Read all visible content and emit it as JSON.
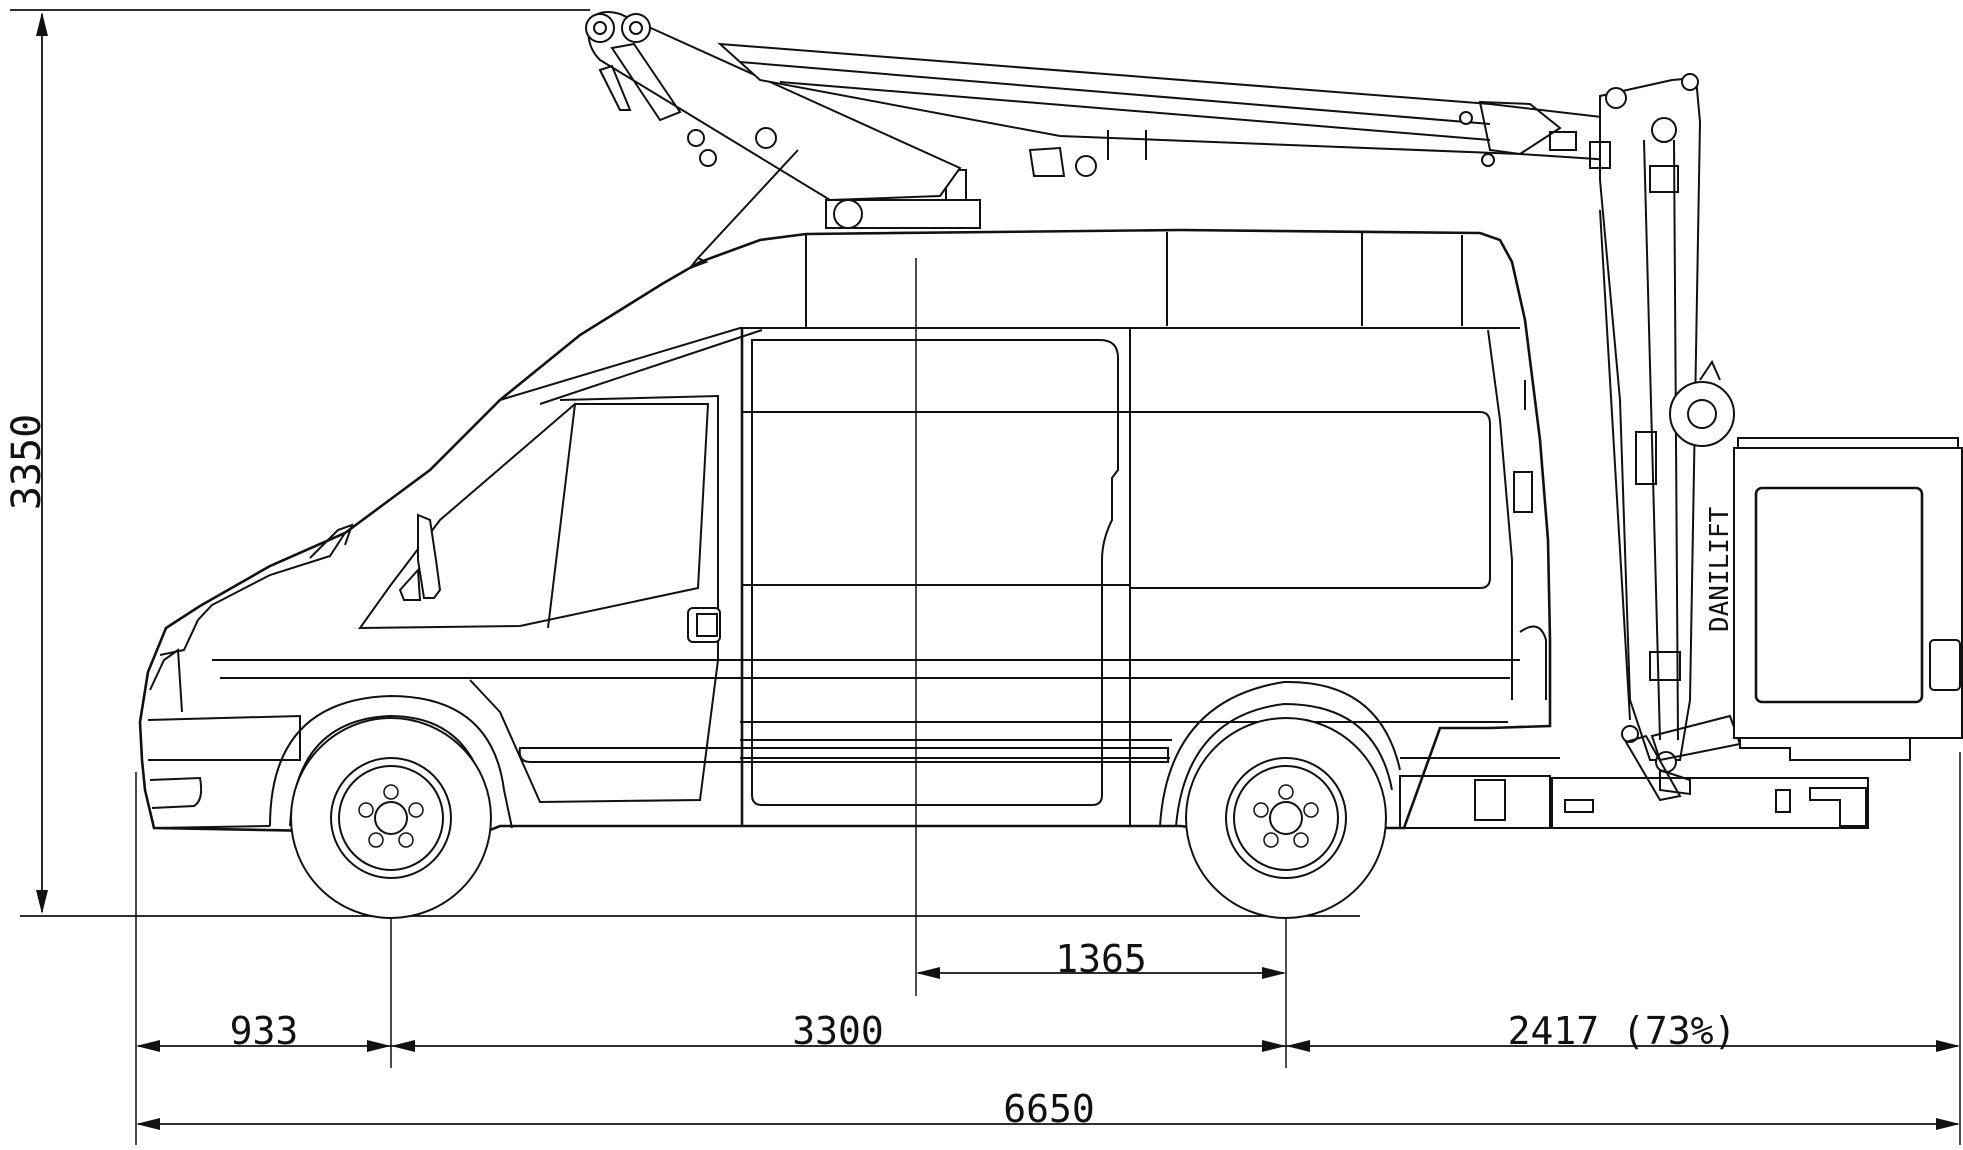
{
  "dimensions": {
    "height": "3350",
    "front_overhang": "933",
    "wheelbase": "3300",
    "rear_overhang": "2417 (73%)",
    "overall_length": "6650",
    "boom_to_rear_axle": "1365"
  },
  "brand_label": "DANILIFT",
  "colors": {
    "line": "#111111",
    "background": "#ffffff"
  }
}
